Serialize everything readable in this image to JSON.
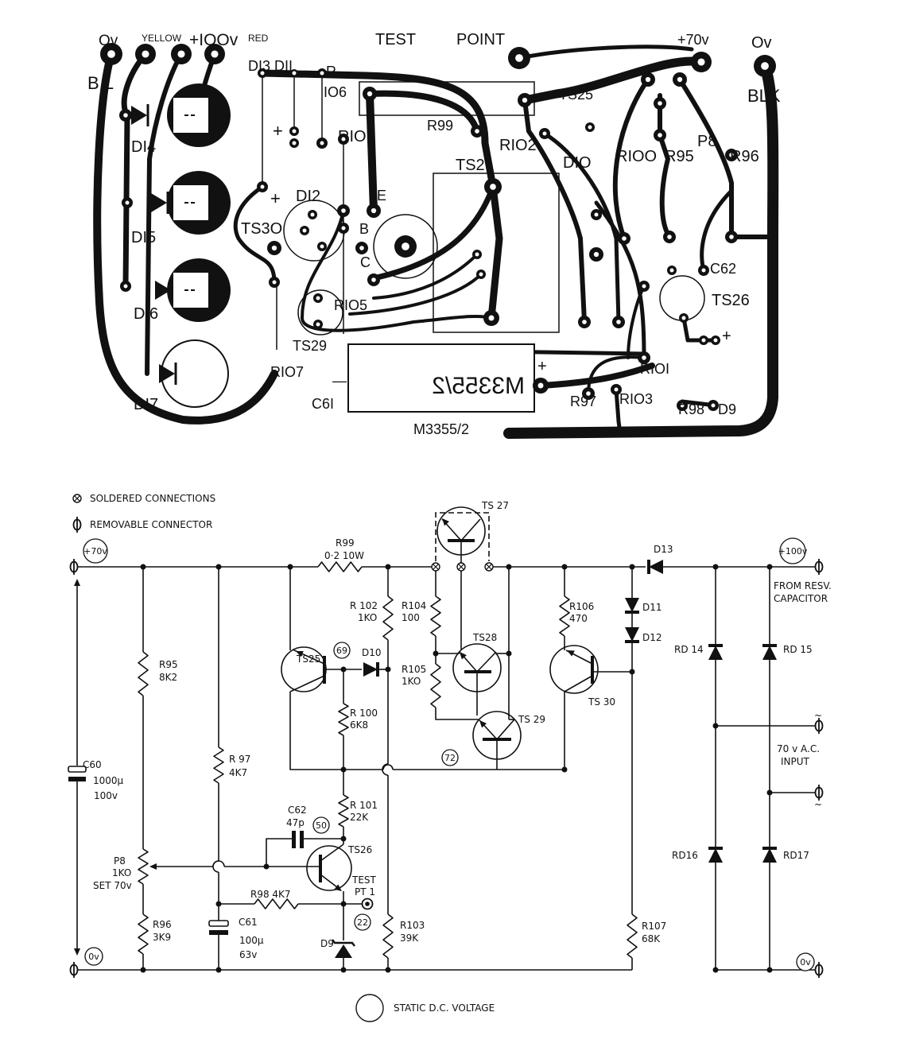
{
  "pcb": {
    "labels": {
      "ov_left": "Ov",
      "yellow": "YELLOW",
      "plus100v": "+IOOv",
      "red": "RED",
      "test": "TEST",
      "point": "POINT",
      "plus70v": "+70v",
      "ov_right": "Ov",
      "blk_left": "B L",
      "blk_right": "BLK",
      "d13_d11": "DI3 DII",
      "r_top": "R",
      "r106": "IO6",
      "plus_a": "+",
      "rio": "RIO",
      "r99": "R99",
      "r102": "RIO2",
      "ts25": "TS25",
      "d10": "DIO",
      "r100": "RIOO",
      "r95": "R95",
      "p8": "P8",
      "r96": "R96",
      "ts2": "TS2",
      "d14": "DI4",
      "d15": "DI5",
      "d16": "DI6",
      "d17": "DI7",
      "d12": "DI2",
      "plus_b": "+",
      "ts30": "TS3O",
      "b": "B",
      "c": "C",
      "e": "E",
      "r105": "RIO5",
      "ts29": "TS29",
      "r107": "RIO7",
      "c61": "C6I",
      "minus": "—",
      "plus_c": "+",
      "part_mirrored": "M3355/2",
      "part": "M3355/2",
      "r101": "RIOI",
      "r97": "R97",
      "r103": "RIO3",
      "r98": "R98",
      "d9": "D9",
      "c62": "C62",
      "ts26": "TS26",
      "plus_d": "+"
    }
  },
  "schematic": {
    "legend": {
      "soldered": "SOLDERED   CONNECTIONS",
      "removable": "REMOVABLE   CONNECTOR",
      "static": "STATIC   D.C.  VOLTAGE"
    },
    "labels": {
      "r99": "R99",
      "r99_val": "0·2  10W",
      "ts27": "TS 27",
      "d13": "D13",
      "r102": "R 102",
      "r102_val": "1KO",
      "r104": "R104",
      "r104_val": "100",
      "r105": "R105",
      "r105_val": "1KO",
      "ts25": "TS25",
      "d10": "D10",
      "ts28": "TS28",
      "r106": "R106",
      "r106_val": "470",
      "d11": "D11",
      "d12": "D12",
      "rd14": "RD 14",
      "rd15": "RD 15",
      "ts30": "TS 30",
      "ts29": "TS 29",
      "r95": "R95",
      "r95_val": "8K2",
      "r100": "R 100",
      "r100_val": "6K8",
      "r97": "R 97",
      "r97_val": "4K7",
      "c60": "C60",
      "c60_val": "1000µ",
      "c60_volt": "100v",
      "c62": "C62",
      "c62_val": "47p",
      "r101": "R 101",
      "r101_val": "22K",
      "ts26": "TS26",
      "p8": "P8",
      "p8_val": "1KO",
      "p8_set": "SET 70v",
      "r98": "R98  4K7",
      "test": "TEST",
      "pt1": "PT 1",
      "r96": "R96",
      "r96_val": "3K9",
      "c61": "C61",
      "c61_val": "100µ",
      "c61_volt": "63v",
      "d9": "D9",
      "r103": "R103",
      "r103_val": "39K",
      "r107": "R107",
      "r107_val": "68K",
      "from_resv": "FROM  RESV.",
      "capacitor": "CAPACITOR",
      "vac": "70 v A.C.",
      "input": "INPUT",
      "rd16": "RD16",
      "rd17": "RD17",
      "tilde1": "~",
      "tilde2": "~"
    },
    "circled": {
      "plus70v": "+70v",
      "plus100v": "+100v",
      "ov_left": "0v",
      "ov_right": "0v",
      "v69": "69",
      "v72": "72",
      "v50": "50",
      "v22": "22"
    }
  }
}
